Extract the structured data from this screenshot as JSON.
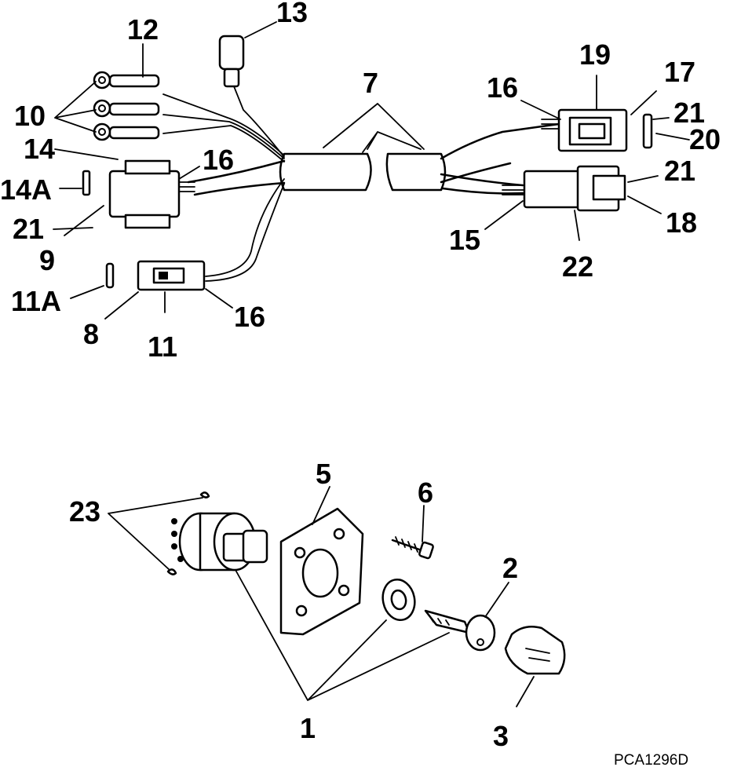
{
  "callouts": {
    "c1": "1",
    "c2": "2",
    "c3": "3",
    "c5": "5",
    "c6": "6",
    "c7": "7",
    "c8": "8",
    "c9": "9",
    "c10": "10",
    "c11": "11",
    "c11a": "11A",
    "c12": "12",
    "c13": "13",
    "c14": "14",
    "c14a": "14A",
    "c15": "15",
    "c16a": "16",
    "c16b": "16",
    "c16c": "16",
    "c17": "17",
    "c18": "18",
    "c19": "19",
    "c20": "20",
    "c21a": "21",
    "c21b": "21",
    "c21c": "21",
    "c22": "22",
    "c23": "23"
  },
  "figure_code": "PCA1296D"
}
